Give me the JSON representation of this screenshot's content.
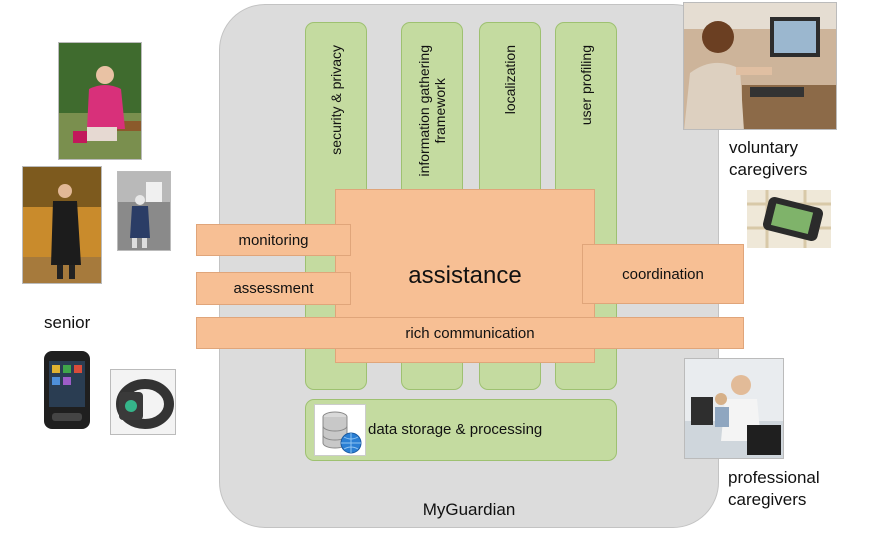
{
  "frame": {
    "label": "MyGuardian"
  },
  "pillars": [
    {
      "label": "security & privacy"
    },
    {
      "label": "information gathering\nframework"
    },
    {
      "label": "localization"
    },
    {
      "label": "user profiling"
    }
  ],
  "boxes": {
    "assistance": "assistance",
    "monitoring": "monitoring",
    "assessment": "assessment",
    "coordination": "coordination",
    "rich_communication": "rich communication",
    "data_storage": "data storage & processing"
  },
  "captions": {
    "senior": "senior",
    "voluntary": "voluntary\ncaregivers",
    "professional": "professional\ncaregivers"
  },
  "icons": [
    "database-icon",
    "globe-icon",
    "smartphone-icon",
    "gps-device-icon",
    "wrist-tracker-icon"
  ],
  "colors": {
    "frame": "#dcdcdc",
    "pillar": "#c4dba0",
    "box": "#f7bf94"
  }
}
